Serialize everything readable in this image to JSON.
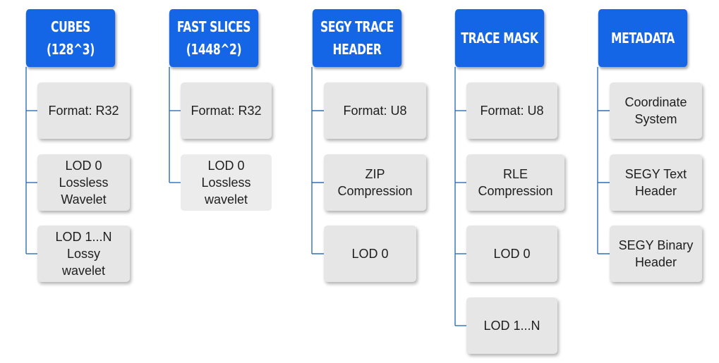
{
  "columns": [
    {
      "id": "cubes",
      "header": [
        "CUBES",
        "(128^3)"
      ],
      "items": [
        {
          "lines": [
            "Format: R32"
          ]
        },
        {
          "lines": [
            "LOD 0",
            "Lossless",
            "Wavelet"
          ]
        },
        {
          "lines": [
            "LOD 1...N",
            "Lossy",
            "wavelet"
          ]
        }
      ]
    },
    {
      "id": "fast-slices",
      "header": [
        "FAST SLICES",
        "(1448^2)"
      ],
      "items": [
        {
          "lines": [
            "Format: R32"
          ]
        },
        {
          "lines": [
            "LOD 0",
            "Lossless",
            "wavelet"
          ]
        }
      ]
    },
    {
      "id": "segy-trace-header",
      "header": [
        "SEGY TRACE",
        "HEADER"
      ],
      "items": [
        {
          "lines": [
            "Format: U8"
          ]
        },
        {
          "lines": [
            "ZIP",
            "Compression"
          ]
        },
        {
          "lines": [
            "LOD 0"
          ]
        }
      ]
    },
    {
      "id": "trace-mask",
      "header": [
        "TRACE MASK"
      ],
      "items": [
        {
          "lines": [
            "Format: U8"
          ]
        },
        {
          "lines": [
            "RLE",
            "Compression"
          ]
        },
        {
          "lines": [
            "LOD 0"
          ]
        },
        {
          "lines": [
            "LOD 1...N"
          ]
        }
      ]
    },
    {
      "id": "metadata",
      "header": [
        "METADATA"
      ],
      "items": [
        {
          "lines": [
            "Coordinate",
            "System"
          ]
        },
        {
          "lines": [
            "SEGY Text",
            "Header"
          ]
        },
        {
          "lines": [
            "SEGY Binary",
            "Header"
          ]
        }
      ]
    }
  ]
}
